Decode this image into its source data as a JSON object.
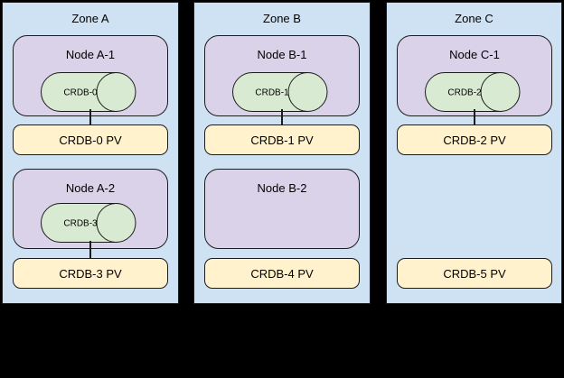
{
  "colors": {
    "background": "#000000",
    "zone_fill": "#cfe2f3",
    "node_fill": "#d9d2e9",
    "pod_fill": "#d9ead3",
    "pv_fill": "#fff2cc",
    "border": "#1c1c1c"
  },
  "zones": [
    {
      "label": "Zone A",
      "nodes": [
        {
          "label": "Node A-1",
          "pod": "CRDB-0"
        },
        {
          "label": "Node A-2",
          "pod": "CRDB-3"
        }
      ],
      "pvs": [
        {
          "label": "CRDB-0 PV"
        },
        {
          "label": "CRDB-3 PV"
        }
      ]
    },
    {
      "label": "Zone B",
      "nodes": [
        {
          "label": "Node B-1",
          "pod": "CRDB-1"
        },
        {
          "label": "Node B-2"
        }
      ],
      "pvs": [
        {
          "label": "CRDB-1 PV"
        },
        {
          "label": "CRDB-4 PV"
        }
      ]
    },
    {
      "label": "Zone C",
      "nodes": [
        {
          "label": "Node C-1",
          "pod": "CRDB-2"
        }
      ],
      "pvs": [
        {
          "label": "CRDB-2 PV"
        },
        {
          "label": "CRDB-5 PV"
        }
      ]
    }
  ]
}
